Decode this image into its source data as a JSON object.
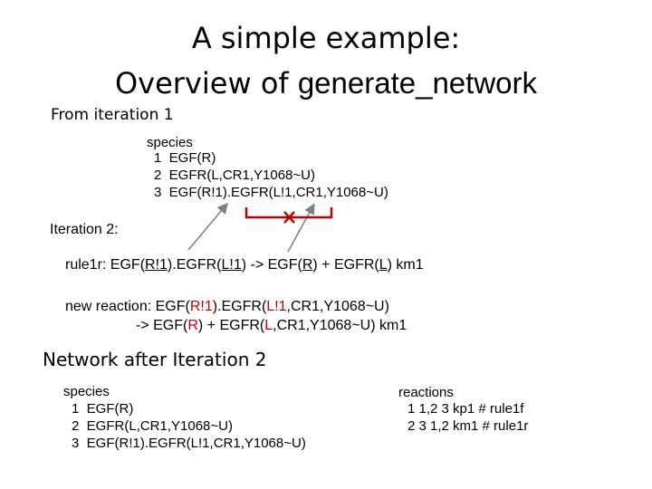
{
  "title": {
    "line1": "A simple example:",
    "line2_prefix": "Overview of ",
    "line2_func": "generate_network"
  },
  "section1": {
    "heading": "From iteration 1",
    "species_label": "species",
    "species": [
      "1  EGF(R)",
      "2  EGFR(L,CR1,Y1068~U)",
      "3  EGF(R!1).EGFR(L!1,CR1,Y1068~U)"
    ]
  },
  "iteration2": {
    "heading": "Iteration 2:",
    "rule_prefix": "rule1r: EGF(",
    "rule_r1": "R!1",
    "rule_mid1": ").EGFR(",
    "rule_l1": "L!1",
    "rule_mid2": ") -> EGF(",
    "rule_r": "R",
    "rule_mid3": ") + EGFR(",
    "rule_l": "L",
    "rule_suffix": ") km1",
    "reaction_prefix": "new reaction: EGF(",
    "reaction_r1": "R!1",
    "reaction_mid1": ").EGFR(",
    "reaction_l1": "L!1",
    "reaction_mid2": ",CR1,Y1068~U)",
    "product_prefix": "-> EGF(",
    "product_r": "R",
    "product_mid": ") + EGFR(",
    "product_l": "L",
    "product_suffix": ",CR1,Y1068~U) km1"
  },
  "network": {
    "heading": "Network after Iteration 2",
    "species_label": "species",
    "species": [
      "1  EGF(R)",
      "2  EGFR(L,CR1,Y1068~U)",
      "3  EGF(R!1).EGFR(L!1,CR1,Y1068~U)"
    ],
    "reactions_label": "reactions",
    "reactions": [
      "1 1,2 3 kp1 # rule1f",
      "2 3 1,2 km1 # rule1r"
    ]
  },
  "colors": {
    "accent_red": "#c00000",
    "arrow": "#7f7f7f",
    "bracket": "#c00000"
  }
}
